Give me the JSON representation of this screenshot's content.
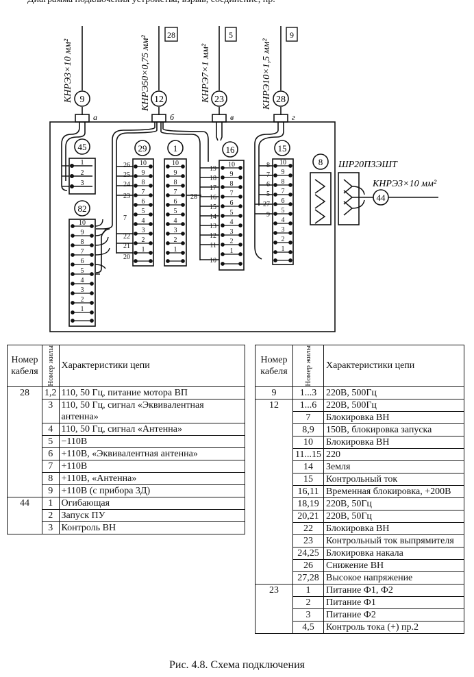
{
  "top_cut_text": "Диаграмма подключения устройства, взрыв, соединение, пр.",
  "cables": [
    {
      "label": "КНРЭ3×10 мм²",
      "number": "9",
      "port": "а",
      "box": ""
    },
    {
      "label": "КНРЭ50×0,75 мм²",
      "number": "12",
      "port": "б",
      "box": "28"
    },
    {
      "label": "КНРЭ7×1 мм²",
      "number": "23",
      "port": "в",
      "box": "5"
    },
    {
      "label": "КНРЭ10×1,5 мм²",
      "number": "28",
      "port": "г",
      "box": "9"
    }
  ],
  "blocks": {
    "b45": "45",
    "b82": "82",
    "b29": "29",
    "b1": "1",
    "b16": "16",
    "b15": "15",
    "b8": "8",
    "b44": "44"
  },
  "connector_name": "ШР20П3ЭШТ",
  "output_cable": "КНРЭ3×10 мм²",
  "table_left": {
    "headers": {
      "cable": "Номер кабеля",
      "core": "Номер жилы",
      "char": "Характеристики цепи"
    },
    "groups": [
      {
        "cable": "28",
        "rows": [
          {
            "core": "1,2",
            "desc": "110, 50 Гц, питание мотора ВП"
          },
          {
            "core": "3",
            "desc": "110, 50 Гц, сигнал «Эквивалентная антенна»"
          },
          {
            "core": "4",
            "desc": "110, 50 Гц, сигнал «Антенна»"
          },
          {
            "core": "5",
            "desc": "−110В"
          },
          {
            "core": "6",
            "desc": "+110В, «Эквивалентная антенна»"
          },
          {
            "core": "7",
            "desc": "+110В"
          },
          {
            "core": "8",
            "desc": "+110В, «Антенна»"
          },
          {
            "core": "9",
            "desc": "+110В (с прибора 3Д)"
          }
        ]
      },
      {
        "cable": "44",
        "rows": [
          {
            "core": "1",
            "desc": "Огибающая"
          },
          {
            "core": "2",
            "desc": "Запуск ПУ"
          },
          {
            "core": "3",
            "desc": "Контроль ВН"
          }
        ]
      }
    ]
  },
  "table_right": {
    "headers": {
      "cable": "Номер кабеля",
      "core": "Номер жилы",
      "char": "Характеристики цепи"
    },
    "groups": [
      {
        "cable": "9",
        "rows": [
          {
            "core": "1...3",
            "desc": "220В, 500Гц"
          }
        ]
      },
      {
        "cable": "12",
        "rows": [
          {
            "core": "1...6",
            "desc": "220В, 500Гц"
          },
          {
            "core": "7",
            "desc": "Блокировка ВН"
          },
          {
            "core": "8,9",
            "desc": "150В, блокировка запуска"
          },
          {
            "core": "10",
            "desc": "Блокировка ВН"
          },
          {
            "core": "11...15",
            "desc": "220"
          },
          {
            "core": "14",
            "desc": "Земля"
          },
          {
            "core": "15",
            "desc": "Контрольный ток"
          },
          {
            "core": "16,11",
            "desc": "Временная блокировка, +200В"
          },
          {
            "core": "18,19",
            "desc": "220В, 50Гц"
          },
          {
            "core": "20,21",
            "desc": "220В, 50Гц"
          },
          {
            "core": "22",
            "desc": "Блокировка ВН"
          },
          {
            "core": "23",
            "desc": "Контрольный ток выпрямителя"
          },
          {
            "core": "24,25",
            "desc": "Блокировка накала"
          },
          {
            "core": "26",
            "desc": "Снижение ВН"
          },
          {
            "core": "27,28",
            "desc": "Высокое напряжение"
          }
        ]
      },
      {
        "cable": "23",
        "rows": [
          {
            "core": "1",
            "desc": "Питание Ф1, Ф2"
          },
          {
            "core": "2",
            "desc": "Питание Ф1"
          },
          {
            "core": "3",
            "desc": "Питание Ф2"
          },
          {
            "core": "4,5",
            "desc": "Контроль тока (+) пр.2"
          }
        ]
      }
    ]
  },
  "caption": "Рис. 4.8. Схема подключения"
}
